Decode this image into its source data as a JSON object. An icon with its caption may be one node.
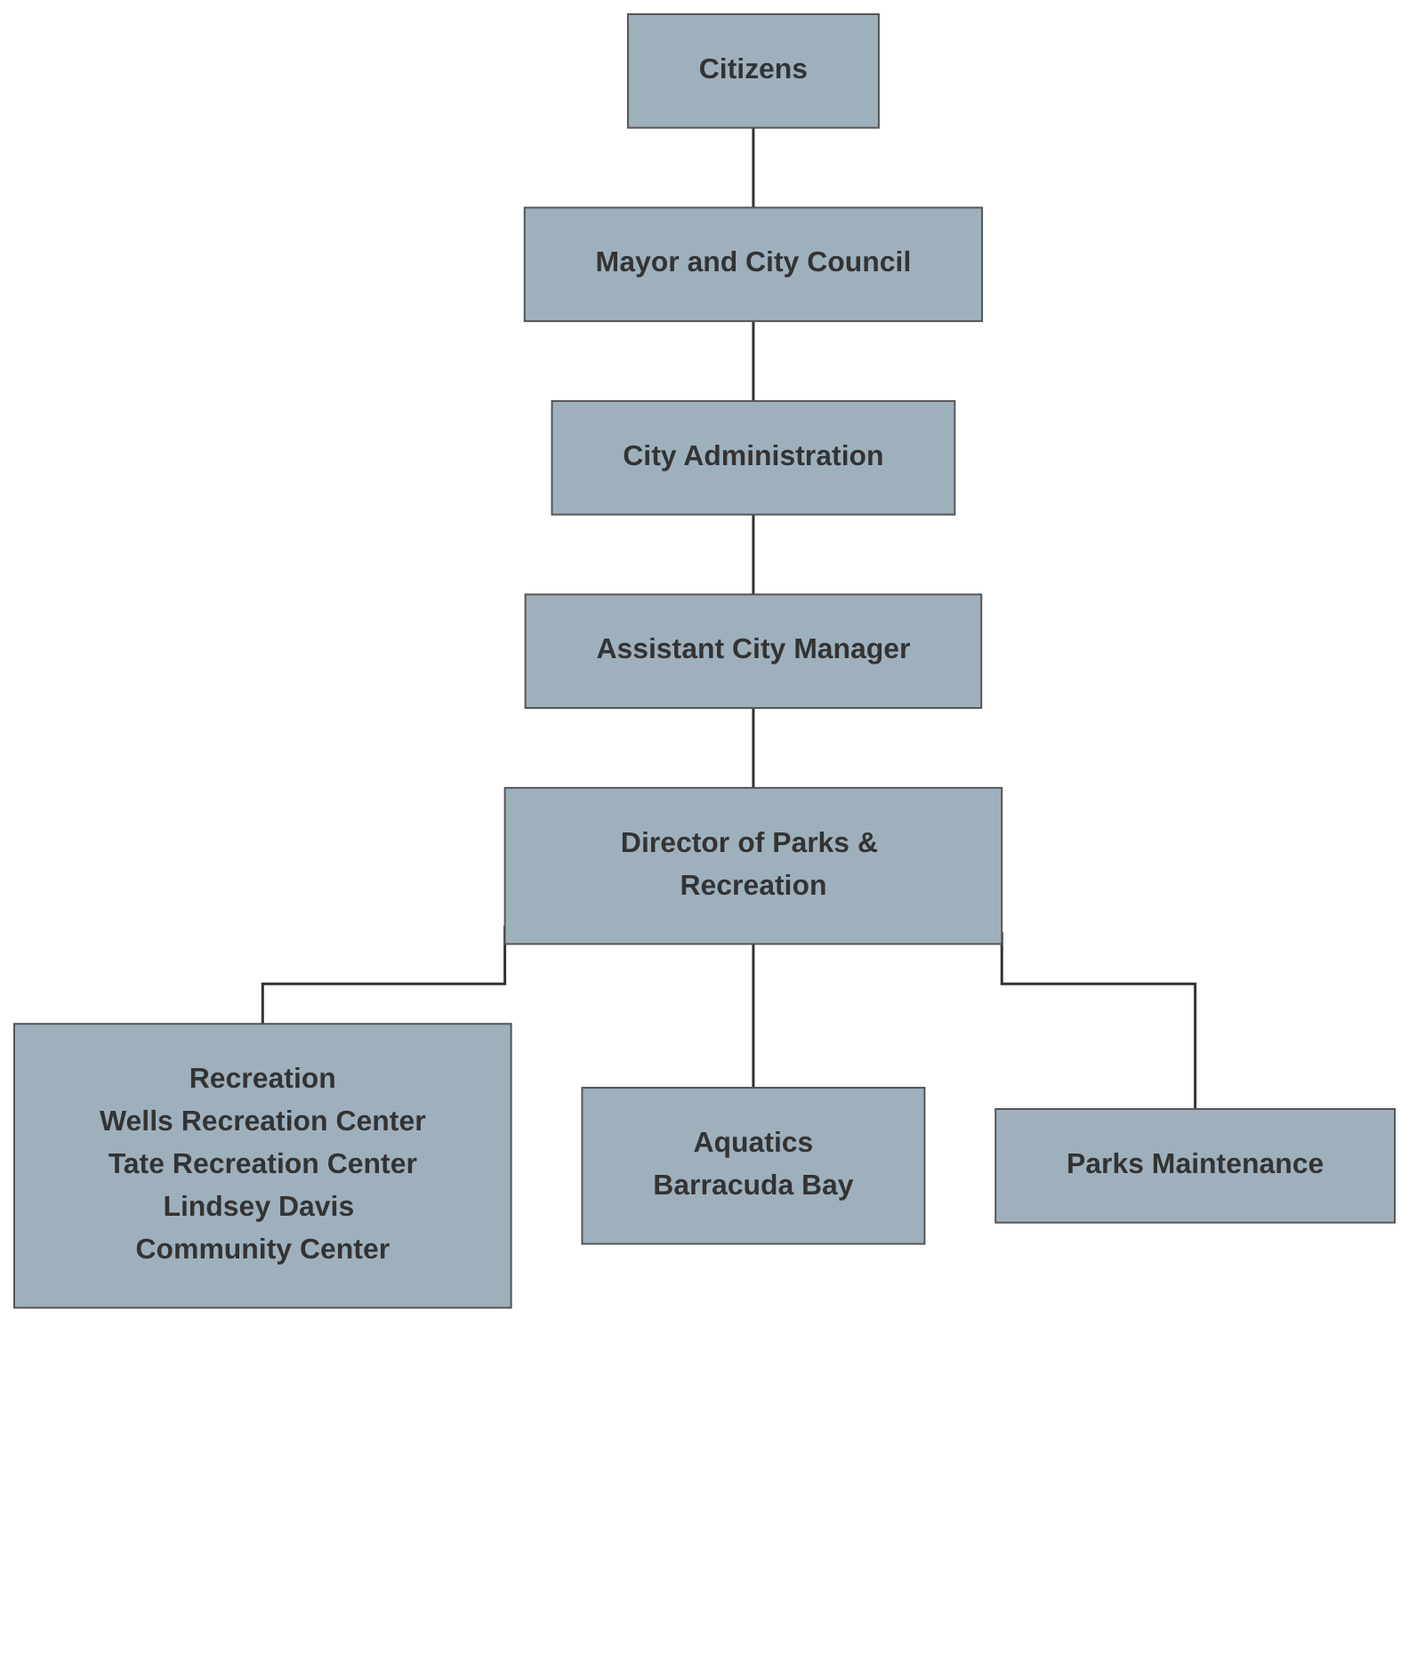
{
  "diagram": {
    "nodes": [
      {
        "text": [
          "Citizens"
        ]
      },
      {
        "text": [
          "Mayor and City Council"
        ]
      },
      {
        "text": [
          "City Administration"
        ]
      },
      {
        "text": [
          "Assistant City Manager"
        ]
      },
      {
        "text": [
          "Director of Parks & Recreation"
        ]
      },
      {
        "text": [
          "Recreation",
          "Wells Recreation Center",
          "Tate Recreation Center",
          "Lindsey Davis Community Center"
        ]
      },
      {
        "text": [
          "Aquatics",
          "Barracuda Bay"
        ]
      },
      {
        "text": [
          "Parks Maintenance"
        ]
      }
    ],
    "edges": [
      {
        "from": 0,
        "to": 1,
        "arrow": "none"
      },
      {
        "from": 1,
        "to": 2,
        "arrow": "none"
      },
      {
        "from": 2,
        "to": 3,
        "arrow": "none"
      },
      {
        "from": 3,
        "to": 4,
        "arrow": "none"
      },
      {
        "from": 4,
        "to": 5,
        "arrow": "none"
      },
      {
        "from": 4,
        "to": 6,
        "arrow": "none"
      },
      {
        "from": 4,
        "to": 7,
        "arrow": "none"
      }
    ]
  }
}
